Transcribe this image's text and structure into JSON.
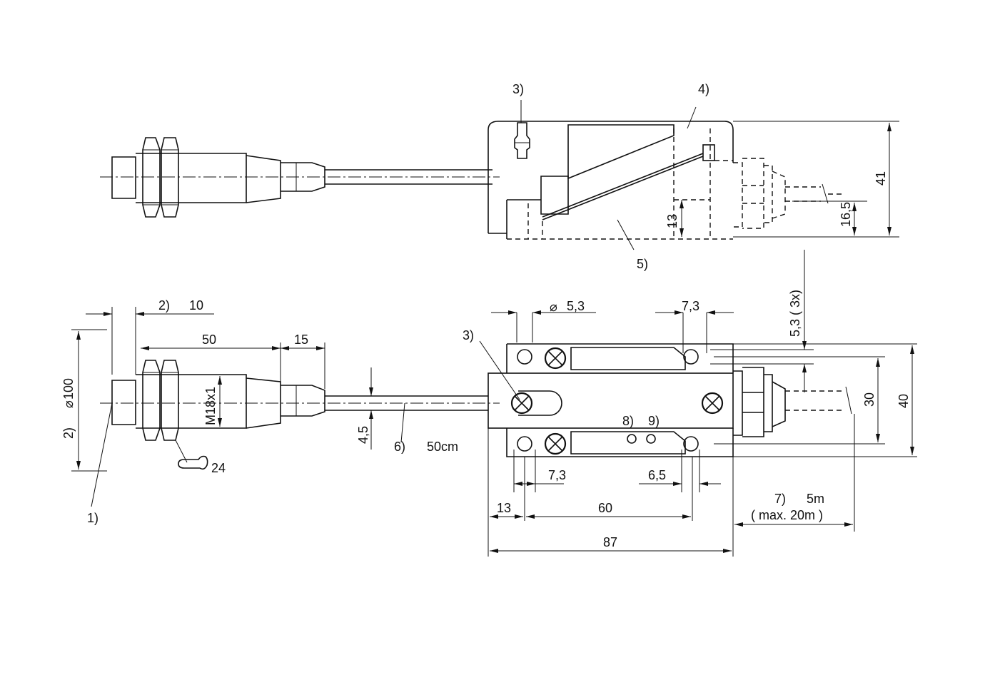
{
  "callouts": {
    "c1": "1)",
    "c2a": "2)",
    "c2b": "2)",
    "c3a": "3)",
    "c3b": "3)",
    "c4": "4)",
    "c5": "5)",
    "c6": "6)",
    "c7": "7)",
    "c8": "8)",
    "c9": "9)"
  },
  "dimensions": {
    "d10": "10",
    "d50": "50",
    "d15": "15",
    "d100": "100",
    "m18": "M18x1",
    "d24": "24",
    "d45": "4,5",
    "cable_len": "50cm",
    "d53": "5,3",
    "d73a": "7,3",
    "d73b": "7,3",
    "d65": "6,5",
    "d13a": "13",
    "d60": "60",
    "d87": "87",
    "ext_len": "5m",
    "ext_max": "( max. 20m )",
    "d53x3": "5,3  ( 3x)",
    "d30": "30",
    "d40": "40",
    "d41": "41",
    "d165": "16,5",
    "d13b": "13"
  },
  "symbols": {
    "diameter": "diameter-symbol",
    "wrench": "wrench-icon"
  }
}
